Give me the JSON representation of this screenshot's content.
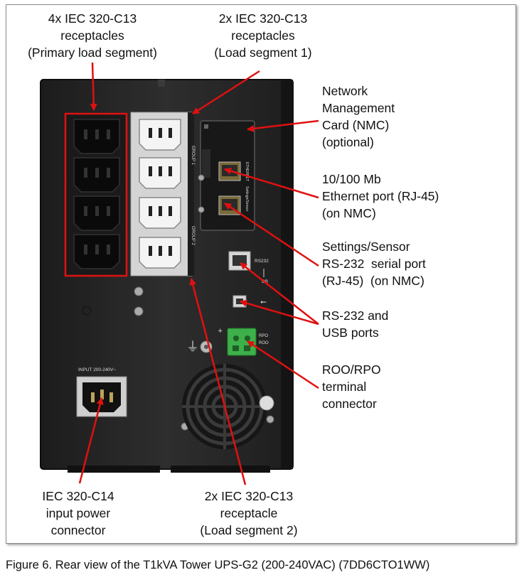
{
  "labels": {
    "primary_segment": [
      "4x IEC 320-C13",
      "receptacles",
      "(Primary load segment)"
    ],
    "load_segment_1": [
      "2x IEC 320-C13",
      "receptacles",
      "(Load segment 1)"
    ],
    "nmc": [
      "Network",
      "Management",
      "Card (NMC)",
      "(optional)"
    ],
    "ethernet_port": [
      "10/100 Mb",
      "Ethernet port (RJ-45)",
      "(on NMC)"
    ],
    "settings_port": [
      "Settings/Sensor",
      "RS-232  serial port",
      "(RJ-45)  (on NMC)"
    ],
    "rs232_usb": [
      "RS-232 and",
      "USB ports"
    ],
    "roo_rpo": [
      "ROO/RPO",
      "terminal",
      "connector"
    ],
    "input_connector": [
      "IEC 320-C14",
      "input power",
      "connector"
    ],
    "load_segment_2": [
      "2x IEC 320-C13",
      "receptacle",
      "(Load segment 2)"
    ]
  },
  "device_text": {
    "group1": "GROUP 1",
    "group2": "GROUP 2",
    "ethernet": "ETHERNET",
    "settings": "Settings/Sensor",
    "rs232": "RS232",
    "or": "OR",
    "rpo": "RPO",
    "roo": "ROO",
    "input": "INPUT  200-240V~"
  },
  "caption": "Figure 6. Rear view of the T1kVA Tower UPS-G2 (200-240VAC) (7DD6CTO1WW)",
  "colors": {
    "arrow": "#e01010",
    "highlight": "#e01010",
    "chassis": "#262626",
    "terminal_block": "#3db04a"
  }
}
